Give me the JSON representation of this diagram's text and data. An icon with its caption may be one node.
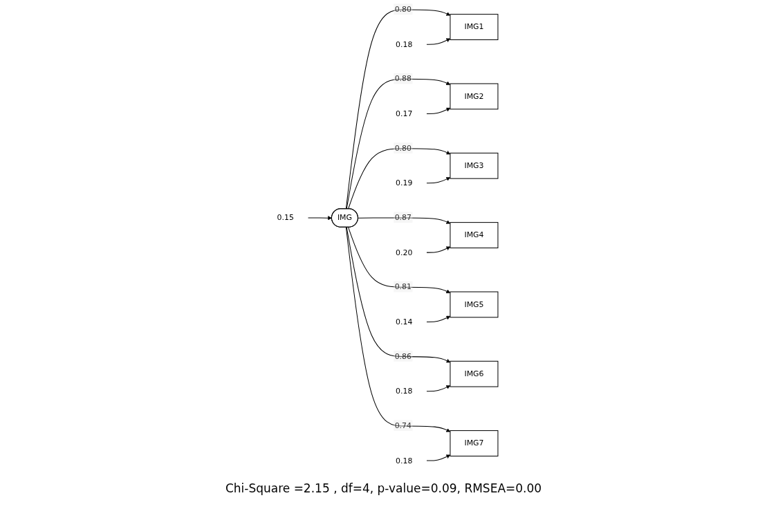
{
  "diagram": {
    "caption": "Chi-Square =2.15 , df=4, p-value=0.09, RMSEA=0.00",
    "nodes": [
      {
        "text": [
          "0.15"
        ]
      },
      {
        "text": [
          "IMG"
        ]
      },
      {
        "text": [
          "IMG1"
        ]
      },
      {
        "text": [
          "0.18"
        ]
      },
      {
        "text": [
          "IMG2"
        ]
      },
      {
        "text": [
          "0.17"
        ]
      },
      {
        "text": [
          "IMG3"
        ]
      },
      {
        "text": [
          "0.19"
        ]
      },
      {
        "text": [
          "IMG4"
        ]
      },
      {
        "text": [
          "0.20"
        ]
      },
      {
        "text": [
          "IMG5"
        ]
      },
      {
        "text": [
          "0.14"
        ]
      },
      {
        "text": [
          "IMG6"
        ]
      },
      {
        "text": [
          "0.18"
        ]
      },
      {
        "text": [
          "IMG7"
        ]
      },
      {
        "text": [
          "0.18"
        ]
      }
    ],
    "edges": [
      {
        "from": 0,
        "to": 1,
        "arrow": "to"
      },
      {
        "from": 1,
        "to": 2,
        "arrow": "to",
        "label": "0.80"
      },
      {
        "from": 1,
        "to": 4,
        "arrow": "to",
        "label": "0.88"
      },
      {
        "from": 1,
        "to": 6,
        "arrow": "to",
        "label": "0.80"
      },
      {
        "from": 1,
        "to": 8,
        "arrow": "to",
        "label": "0.87"
      },
      {
        "from": 1,
        "to": 10,
        "arrow": "to",
        "label": "0.81"
      },
      {
        "from": 1,
        "to": 12,
        "arrow": "to",
        "label": "0.86"
      },
      {
        "from": 1,
        "to": 14,
        "arrow": "to",
        "label": "0.74"
      },
      {
        "from": 3,
        "to": 2,
        "arrow": "to"
      },
      {
        "from": 5,
        "to": 4,
        "arrow": "to"
      },
      {
        "from": 7,
        "to": 6,
        "arrow": "to"
      },
      {
        "from": 9,
        "to": 8,
        "arrow": "to"
      },
      {
        "from": 11,
        "to": 10,
        "arrow": "to"
      },
      {
        "from": 13,
        "to": 12,
        "arrow": "to"
      },
      {
        "from": 15,
        "to": 14,
        "arrow": "to"
      }
    ]
  }
}
